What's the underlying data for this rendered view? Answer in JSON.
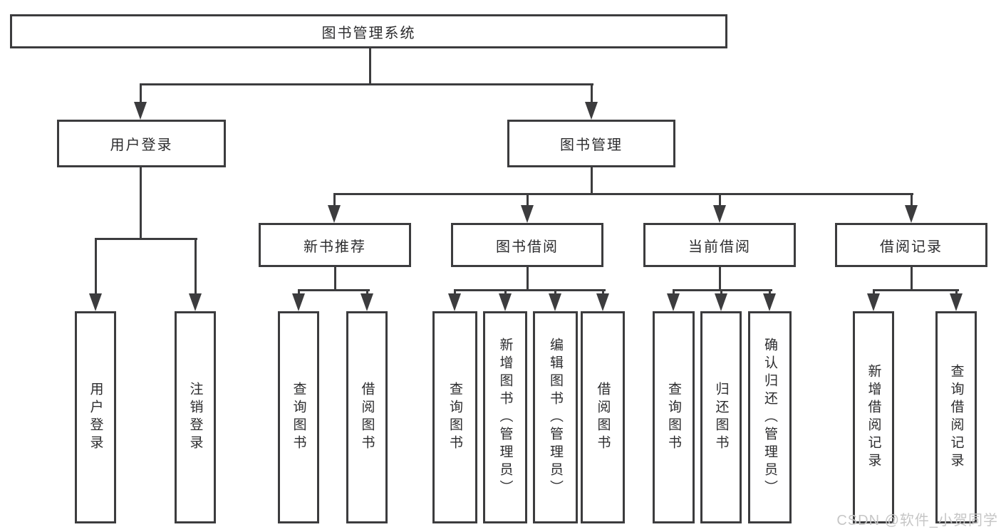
{
  "diagram": {
    "type": "tree",
    "root": {
      "label": "图书管理系统"
    },
    "branches": [
      {
        "label": "用户登录",
        "children": [
          {
            "label": "用户登录"
          },
          {
            "label": "注销登录"
          }
        ]
      },
      {
        "label": "图书管理",
        "children": [
          {
            "label": "新书推荐",
            "children": [
              {
                "label": "查询图书"
              },
              {
                "label": "借阅图书"
              }
            ]
          },
          {
            "label": "图书借阅",
            "children": [
              {
                "label": "查询图书"
              },
              {
                "label": "新增图书（管理员）"
              },
              {
                "label": "编辑图书（管理员）"
              },
              {
                "label": "借阅图书"
              }
            ]
          },
          {
            "label": "当前借阅",
            "children": [
              {
                "label": "查询图书"
              },
              {
                "label": "归还图书"
              },
              {
                "label": "确认归还（管理员）"
              }
            ]
          },
          {
            "label": "借阅记录",
            "children": [
              {
                "label": "新增借阅记录"
              },
              {
                "label": "查询借阅记录"
              }
            ]
          }
        ]
      }
    ]
  },
  "watermark": {
    "text": "CSDN @软件_小贺同学"
  },
  "colors": {
    "line": "#3c3c3e",
    "box_border": "#3c3c3e",
    "box_fill": "#ffffff",
    "text": "#2c2c2e",
    "watermark": "#c6c6c6",
    "background": "#ffffff"
  }
}
